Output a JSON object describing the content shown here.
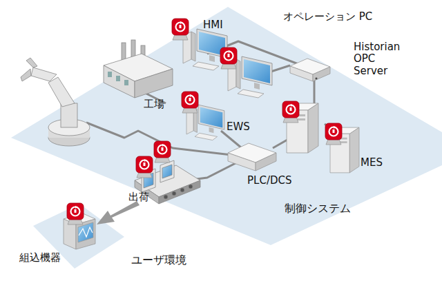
{
  "diagram": {
    "nodes": [
      {
        "text": [
          "制御システム"
        ]
      },
      {
        "text": [
          "ユーザ環境"
        ]
      }
    ],
    "labels": [
      "HMI",
      "オペレーション PC",
      "Historian OPC Server",
      "工場",
      "EWS",
      "MES",
      "PLC/DCS",
      "出荷",
      "組込機器"
    ]
  }
}
